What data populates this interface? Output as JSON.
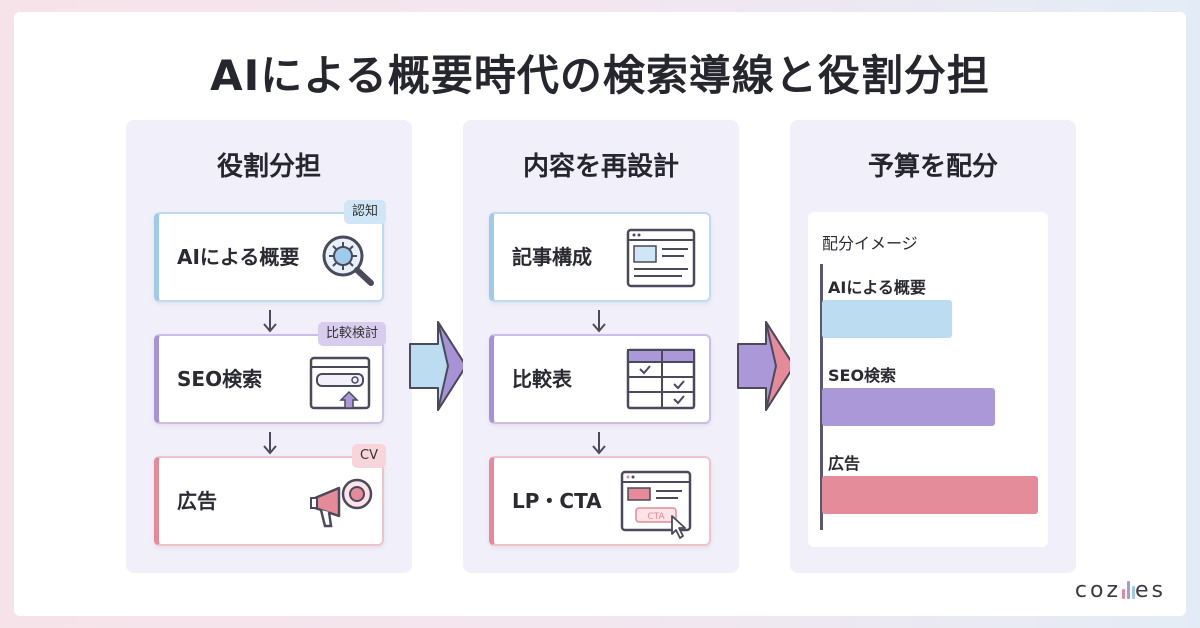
{
  "title": "AIによる概要時代の検索導線と役割分担",
  "panels": [
    {
      "title": "役割分担",
      "cards": [
        {
          "label": "AIによる概要",
          "tag": "認知",
          "icon": "magnifier-ai-icon"
        },
        {
          "label": "SEO検索",
          "tag": "比較検討",
          "icon": "search-window-icon"
        },
        {
          "label": "広告",
          "tag": "CV",
          "icon": "megaphone-icon"
        }
      ]
    },
    {
      "title": "内容を再設計",
      "cards": [
        {
          "label": "記事構成",
          "icon": "article-layout-icon"
        },
        {
          "label": "比較表",
          "icon": "comparison-table-icon"
        },
        {
          "label": "LP・CTA",
          "icon": "landing-page-cta-icon",
          "icon_text": "CTA"
        }
      ]
    },
    {
      "title": "予算を配分",
      "caption": "配分イメージ"
    }
  ],
  "chart_data": {
    "type": "bar",
    "orientation": "horizontal",
    "title": "配分イメージ",
    "categories": [
      "AIによる概要",
      "SEO検索",
      "広告"
    ],
    "values": [
      0.6,
      0.8,
      1.0
    ],
    "colors": [
      "#bcdcf2",
      "#ab98d9",
      "#e48c9a"
    ],
    "grid": false
  },
  "colors": {
    "blue": "#9fcbeb",
    "purple": "#a892d6",
    "red": "#e58a98",
    "panel": "#f1eff9"
  },
  "brand": {
    "name": "cozies"
  }
}
